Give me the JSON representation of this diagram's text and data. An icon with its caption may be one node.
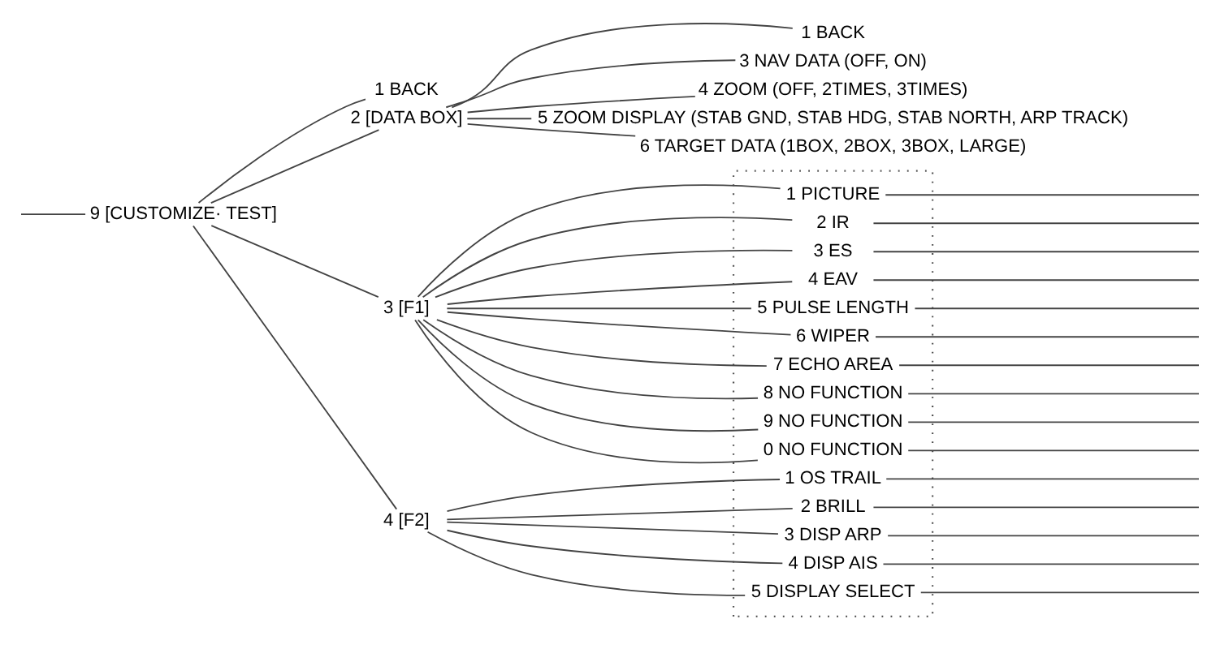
{
  "diagram": {
    "nodes": [
      {
        "text": [
          "9 [CUSTOMIZE· TEST]"
        ]
      },
      {
        "text": [
          "1 BACK"
        ]
      },
      {
        "text": [
          "2 [DATA BOX]"
        ]
      },
      {
        "text": [
          "1 BACK"
        ]
      },
      {
        "text": [
          "3 NAV DATA (OFF, ON)"
        ]
      },
      {
        "text": [
          "4 ZOOM (OFF, 2TIMES, 3TIMES)"
        ]
      },
      {
        "text": [
          "5 ZOOM DISPLAY (STAB GND, STAB HDG, STAB NORTH, ARP TRACK)"
        ]
      },
      {
        "text": [
          "6 TARGET DATA (1BOX, 2BOX, 3BOX, LARGE)"
        ]
      },
      {
        "text": [
          "3 [F1]"
        ]
      },
      {
        "text": [],
        "shape": "box"
      },
      {
        "text": [
          "1 PICTURE"
        ],
        "in": 9
      },
      {
        "text": [
          "2 IR"
        ],
        "in": 9
      },
      {
        "text": [
          "3 ES"
        ],
        "in": 9
      },
      {
        "text": [
          "4 EAV"
        ],
        "in": 9
      },
      {
        "text": [
          "5 PULSE LENGTH"
        ],
        "in": 9
      },
      {
        "text": [
          "6 WIPER"
        ],
        "in": 9
      },
      {
        "text": [
          "7 ECHO AREA"
        ],
        "in": 9
      },
      {
        "text": [
          "8 NO FUNCTION"
        ],
        "in": 9
      },
      {
        "text": [
          "9 NO FUNCTION"
        ],
        "in": 9
      },
      {
        "text": [
          "0 NO FUNCTION"
        ],
        "in": 9
      },
      {
        "text": [
          "4 [F2]"
        ]
      },
      {
        "text": [
          "1 OS TRAIL"
        ],
        "in": 9
      },
      {
        "text": [
          "2 BRILL"
        ],
        "in": 9
      },
      {
        "text": [
          "3 DISP ARP"
        ],
        "in": 9
      },
      {
        "text": [
          "4 DISP AIS"
        ],
        "in": 9
      },
      {
        "text": [
          "5 DISPLAY SELECT"
        ],
        "in": 9
      }
    ],
    "edges": [
      {
        "from": null,
        "to": 0,
        "arrow": "none"
      },
      {
        "from": 0,
        "to": 1,
        "arrow": "none"
      },
      {
        "from": 0,
        "to": 2,
        "arrow": "none"
      },
      {
        "from": 0,
        "to": 8,
        "arrow": "none"
      },
      {
        "from": 0,
        "to": 20,
        "arrow": "none"
      },
      {
        "from": 2,
        "to": 3,
        "arrow": "none"
      },
      {
        "from": 2,
        "to": 4,
        "arrow": "none"
      },
      {
        "from": 2,
        "to": 5,
        "arrow": "none"
      },
      {
        "from": 2,
        "to": 6,
        "arrow": "none"
      },
      {
        "from": 2,
        "to": 7,
        "arrow": "none"
      },
      {
        "from": 8,
        "to": 10,
        "arrow": "none"
      },
      {
        "from": 8,
        "to": 11,
        "arrow": "none"
      },
      {
        "from": 8,
        "to": 12,
        "arrow": "none"
      },
      {
        "from": 8,
        "to": 13,
        "arrow": "none"
      },
      {
        "from": 8,
        "to": 14,
        "arrow": "none"
      },
      {
        "from": 8,
        "to": 15,
        "arrow": "none"
      },
      {
        "from": 8,
        "to": 16,
        "arrow": "none"
      },
      {
        "from": 8,
        "to": 17,
        "arrow": "none"
      },
      {
        "from": 8,
        "to": 18,
        "arrow": "none"
      },
      {
        "from": 8,
        "to": 19,
        "arrow": "none"
      },
      {
        "from": 20,
        "to": 21,
        "arrow": "none"
      },
      {
        "from": 20,
        "to": 22,
        "arrow": "none"
      },
      {
        "from": 20,
        "to": 23,
        "arrow": "none"
      },
      {
        "from": 20,
        "to": 24,
        "arrow": "none"
      },
      {
        "from": 20,
        "to": 25,
        "arrow": "none"
      },
      {
        "from": 10,
        "to": null,
        "arrow": "none"
      },
      {
        "from": 11,
        "to": null,
        "arrow": "none"
      },
      {
        "from": 12,
        "to": null,
        "arrow": "none"
      },
      {
        "from": 13,
        "to": null,
        "arrow": "none"
      },
      {
        "from": 14,
        "to": null,
        "arrow": "none"
      },
      {
        "from": 15,
        "to": null,
        "arrow": "none"
      },
      {
        "from": 16,
        "to": null,
        "arrow": "none"
      },
      {
        "from": 17,
        "to": null,
        "arrow": "none"
      },
      {
        "from": 18,
        "to": null,
        "arrow": "none"
      },
      {
        "from": 19,
        "to": null,
        "arrow": "none"
      },
      {
        "from": 21,
        "to": null,
        "arrow": "none"
      },
      {
        "from": 22,
        "to": null,
        "arrow": "none"
      },
      {
        "from": 23,
        "to": null,
        "arrow": "none"
      },
      {
        "from": 24,
        "to": null,
        "arrow": "none"
      },
      {
        "from": 25,
        "to": null,
        "arrow": "none"
      }
    ]
  }
}
